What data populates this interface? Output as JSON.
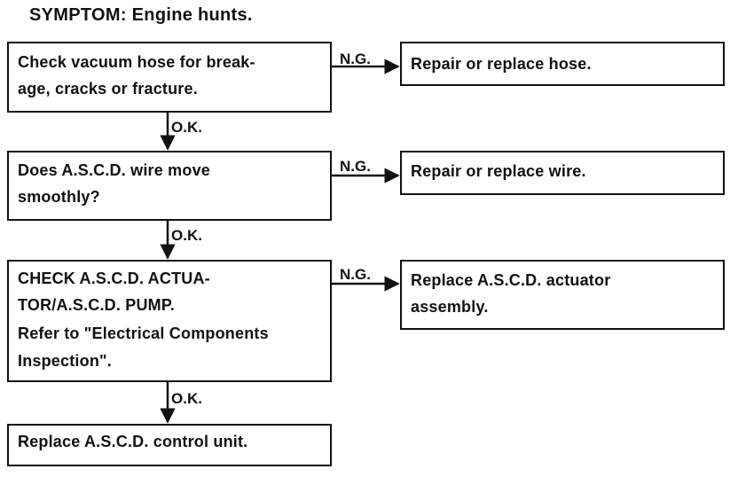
{
  "title": "SYMPTOM: Engine hunts.",
  "steps": [
    {
      "check_lines": [
        "Check vacuum hose for break-",
        "age, cracks or fracture."
      ],
      "ng_label": "N.G.",
      "action_lines": [
        "Repair or replace hose."
      ],
      "ok_label": "O.K."
    },
    {
      "check_lines": [
        "Does A.S.C.D. wire move",
        "smoothly?"
      ],
      "ng_label": "N.G.",
      "action_lines": [
        "Repair or replace wire."
      ],
      "ok_label": "O.K."
    },
    {
      "check_lines": [
        "CHECK A.S.C.D. ACTUA-",
        "TOR/A.S.C.D. PUMP.",
        "Refer to \"Electrical Components",
        "Inspection\"."
      ],
      "ng_label": "N.G.",
      "action_lines": [
        "Replace A.S.C.D. actuator",
        "assembly."
      ],
      "ok_label": "O.K."
    }
  ],
  "final_step": "Replace A.S.C.D. control unit.",
  "colors": {
    "line": "#111111",
    "background": "#ffffff"
  }
}
